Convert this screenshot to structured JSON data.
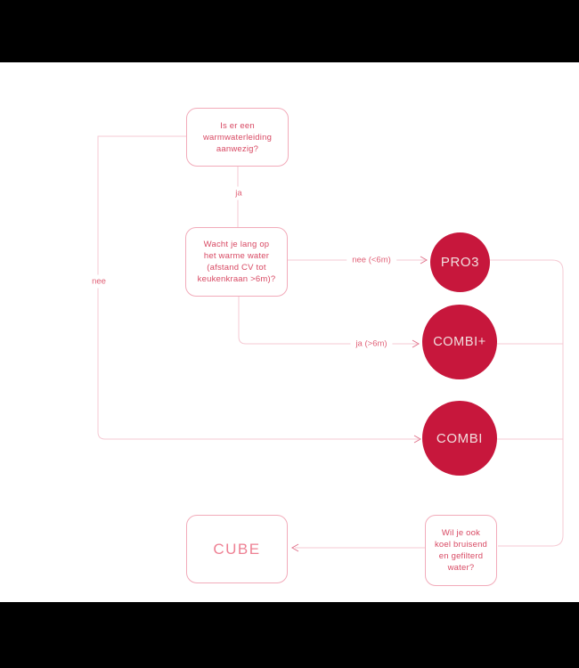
{
  "colors": {
    "background": "#ffffff",
    "letterbox": "#000000",
    "circle_fill": "#c7173c",
    "circle_text": "#f1dede",
    "box_border": "#f2abba",
    "box_text": "#d84a64",
    "cube_text": "#ee8093",
    "line": "#f5c9d3",
    "arrow": "#e0748c",
    "label_text": "#e06177"
  },
  "flowchart": {
    "questions": {
      "q1": "Is er een\nwarmwaterleiding\naanwezig?",
      "q2": "Wacht je lang op\nhet warme water\n(afstand CV tot\nkeukenkraan >6m)?",
      "q3": "Wil je ook\nkoel bruisend\nen gefilterd\nwater?"
    },
    "edge_labels": {
      "ja": "ja",
      "nee": "nee",
      "nee_under_6m": "nee (<6m)",
      "ja_over_6m": "ja (>6m)"
    },
    "outcomes": {
      "pro3": "PRO3",
      "combi_plus": "COMBI+",
      "combi": "COMBI",
      "cube": "CUBE"
    }
  }
}
